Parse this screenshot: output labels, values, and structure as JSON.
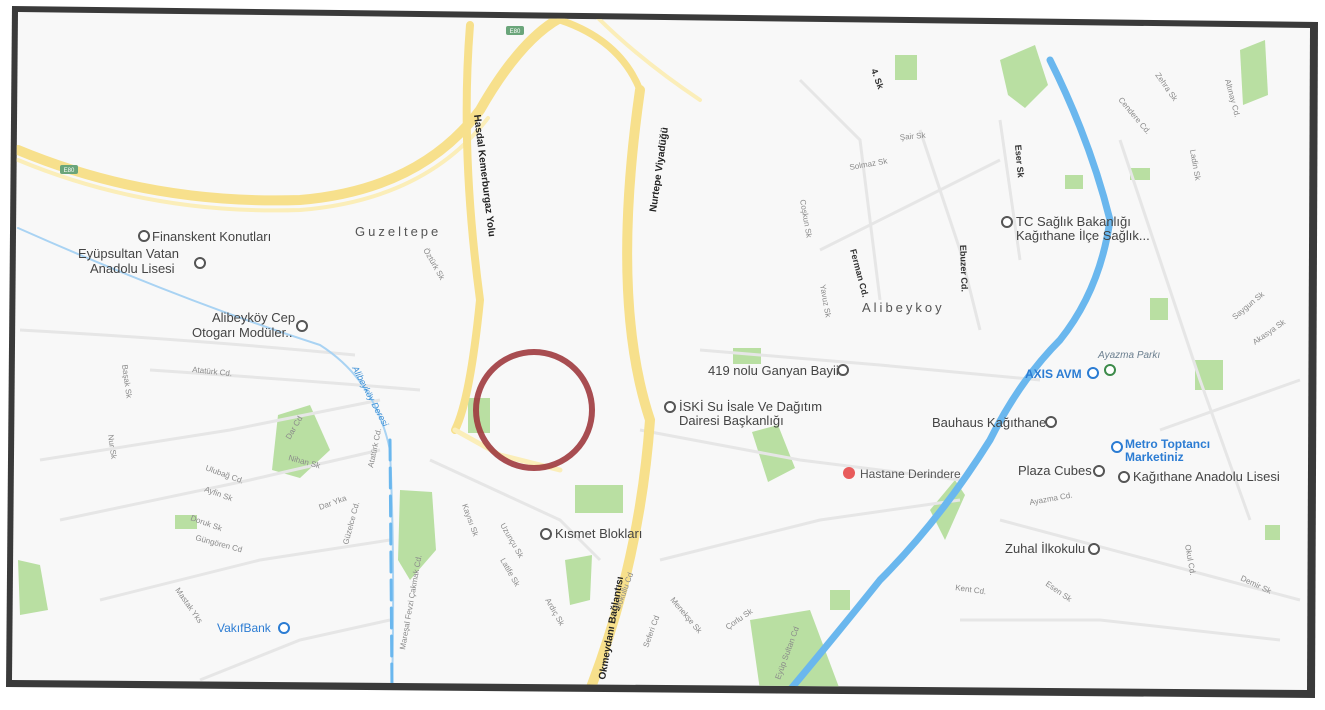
{
  "colors": {
    "land": "#f8f8f8",
    "park": "#b9dfa2",
    "water": "#6ab7ee",
    "highway": "#f7e08c",
    "road": "#e3e3e3",
    "frame": "#3a3a3a",
    "marker_ring": "#9e3a3e",
    "poi_blue": "#2b7cd3",
    "poi_red": "#e85b5b"
  },
  "areas": {
    "guzeltepe": "Guzeltepe",
    "alibeykoy": "Alibeykoy",
    "ayazma_parki": "Ayazma Parkı"
  },
  "highways": {
    "hasdal": "Hasdal Kemerburgaz Yolu",
    "nurtepe": "Nurtepe Viyadüğü",
    "okmeydani": "Okmeydanı Bağlantısı",
    "shield_top": "E80",
    "shield_left": "E80"
  },
  "water": {
    "alibeykoy_deresi": "Alibeyköy Deresi"
  },
  "pois": {
    "finanskent": "Finanskent Konutları",
    "eyupsultan_1": "Eyüpsultan Vatan",
    "eyupsultan_2": "Anadolu Lisesi",
    "otogar_1": "Alibeyköy Cep",
    "otogar_2": "Otogarı Modüler..",
    "ganyan": "419 nolu Ganyan Bayii",
    "iski_1": "İSKİ Su İsale Ve Dağıtım",
    "iski_2": "Dairesi Başkanlığı",
    "tc_saglik_1": "TC Sağlık Bakanlığı",
    "tc_saglik_2": "Kağıthane İlçe Sağlık...",
    "axis": "AXIS AVM",
    "bauhaus": "Bauhaus Kağıthane",
    "metro_1": "Metro Toptancı",
    "metro_2": "Marketiniz",
    "hastane": "Hastane Derindere",
    "plaza": "Plaza Cubes",
    "kagithane_lise": "Kağıthane Anadolu Lisesi",
    "kismet": "Kısmet Blokları",
    "zuhal": "Zuhal İlkokulu",
    "vakifbank": "VakıfBank"
  },
  "streets": {
    "ataturk_cd": "Atatürk Cd.",
    "ataturk_cd2": "Atatürk Cd.",
    "ozturk": "Öztürk Sk",
    "ferman": "Ferman Cd.",
    "ebuzer": "Ebuzer Cd.",
    "eser": "Eser Sk",
    "a4": "4. Sk",
    "cendere": "Cendere Cd.",
    "zehra": "Zehra Sk",
    "ladin": "Ladin Sk",
    "altinay": "Altınay Cd.",
    "basak": "Başak Sk",
    "nur": "Nur Sk",
    "nihan": "Nihan Sk",
    "ulubag": "Ulubağ Cd.",
    "ayfin": "Ayfin Sk",
    "doruk": "Doruk Sk",
    "gungoren": "Güngören Cd",
    "dar_yka": "Dar Yka",
    "guzelce": "Güzelce Cd.",
    "mastak": "Mastak Yks",
    "kent": "Kent Cd.",
    "esen": "Esen Sk",
    "demir": "Demir Sk",
    "okul": "Okul Cd.",
    "ayazma_cd": "Ayazma Cd.",
    "seferi": "Seferi Cd",
    "corlu": "Çorlu Sk",
    "sokullu": "Sokullu Cd",
    "menekse": "Menekşe Sk",
    "latife": "Latife Sk",
    "uzuncu": "Uzunçu Sk",
    "ardic": "Ardıç Sk",
    "fevzi": "Mareşal Fevzi Çakmak Cd.",
    "kayisi": "Kayısı Sk",
    "sair": "Şair Sk",
    "eyup_sultan": "Eyüp Sultan Cd",
    "dar_cd": "Dar Cd",
    "solmaz": "Solmaz Sk",
    "saygun": "Saygun Sk",
    "akasya": "Akasya Sk",
    "yavuz": "Yavuz Sk",
    "coskun": "Coşkun Sk"
  }
}
